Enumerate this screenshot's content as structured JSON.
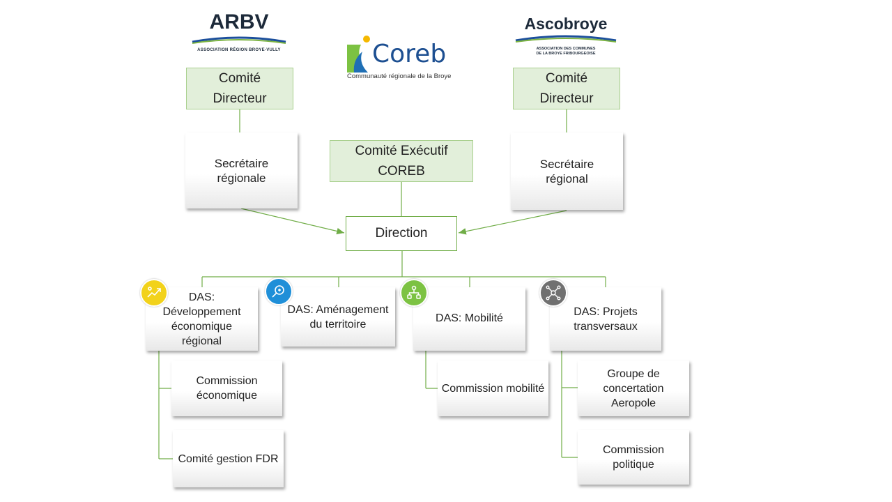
{
  "logos": {
    "arbv": {
      "name": "ARBV",
      "subtitle": "ASSOCIATION RÉGION BROYE-VULLY"
    },
    "coreb": {
      "name": "Coreb",
      "subtitle": "Communauté régionale de la Broye"
    },
    "ascobroye": {
      "name": "Ascobroye",
      "subtitle": "ASSOCIATION DES COMMUNES\nDE LA BROYE FRIBOURGEOISE"
    }
  },
  "nodes": {
    "comite_left": "Comité\nDirecteur",
    "comite_right": "Comité\nDirecteur",
    "secretaire_left": "Secrétaire\nrégionale",
    "secretaire_right": "Secrétaire\nrégional",
    "comite_executif": "Comité Exécutif\nCOREB",
    "direction": "Direction",
    "das_eco": "DAS:\nDéveloppement\néconomique\nrégional",
    "das_amenagement": "DAS: Aménagement\ndu territoire",
    "das_mobilite": "DAS: Mobilité",
    "das_projets": "DAS: Projets\ntransversaux",
    "commission_eco": "Commission\néconomique",
    "comite_fdr": "Comité gestion FDR",
    "commission_mobilite": "Commission mobilité",
    "groupe_aeropole": "Groupe de\nconcertation\nAeropole",
    "commission_politique": "Commission\npolitique"
  },
  "icons": {
    "eco": {
      "name": "growth-icon",
      "color": "#f2d21b"
    },
    "amenagement": {
      "name": "search-territory-icon",
      "color": "#1f8fd8"
    },
    "mobilite": {
      "name": "mobility-network-icon",
      "color": "#7cc242"
    },
    "projets": {
      "name": "network-hub-icon",
      "color": "#707070"
    }
  },
  "colors": {
    "green_fill": "#e2efda",
    "green_border": "#a9d08e",
    "connector": "#70ad47"
  }
}
